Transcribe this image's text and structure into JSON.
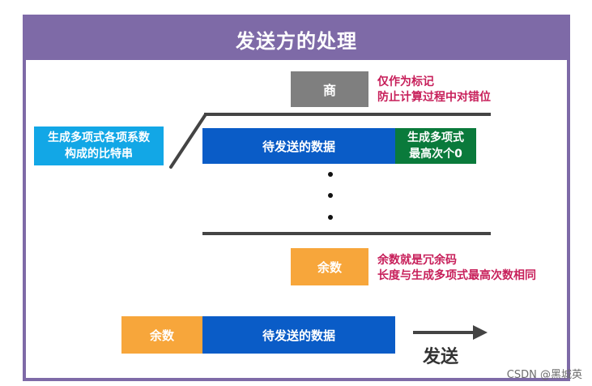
{
  "title": "发送方的处理",
  "quotient": {
    "label": "商",
    "note_line1": "仅作为标记",
    "note_line2": "防止计算过程中对错位"
  },
  "generator_coeff": {
    "line1": "生成多项式各项系数",
    "line2": "构成的比特串"
  },
  "dividend": {
    "data_label": "待发送的数据",
    "zeros_line1": "生成多项式",
    "zeros_line2": "最高次个0"
  },
  "remainder": {
    "label": "余数",
    "note_line1": "余数就是冗余码",
    "note_line2": "长度与生成多项式最高次数相同"
  },
  "frame": {
    "remainder_label": "余数",
    "data_label": "待发送的数据"
  },
  "send_label": "发送",
  "watermark": "CSDN @黑城英",
  "colors": {
    "header": "#7e6aa7",
    "blue": "#0a5cc7",
    "green": "#0a7a3b",
    "orange": "#f7a63b",
    "cyan": "#12a7e6",
    "gray": "#7f7f7f",
    "note": "#c71f5a"
  }
}
